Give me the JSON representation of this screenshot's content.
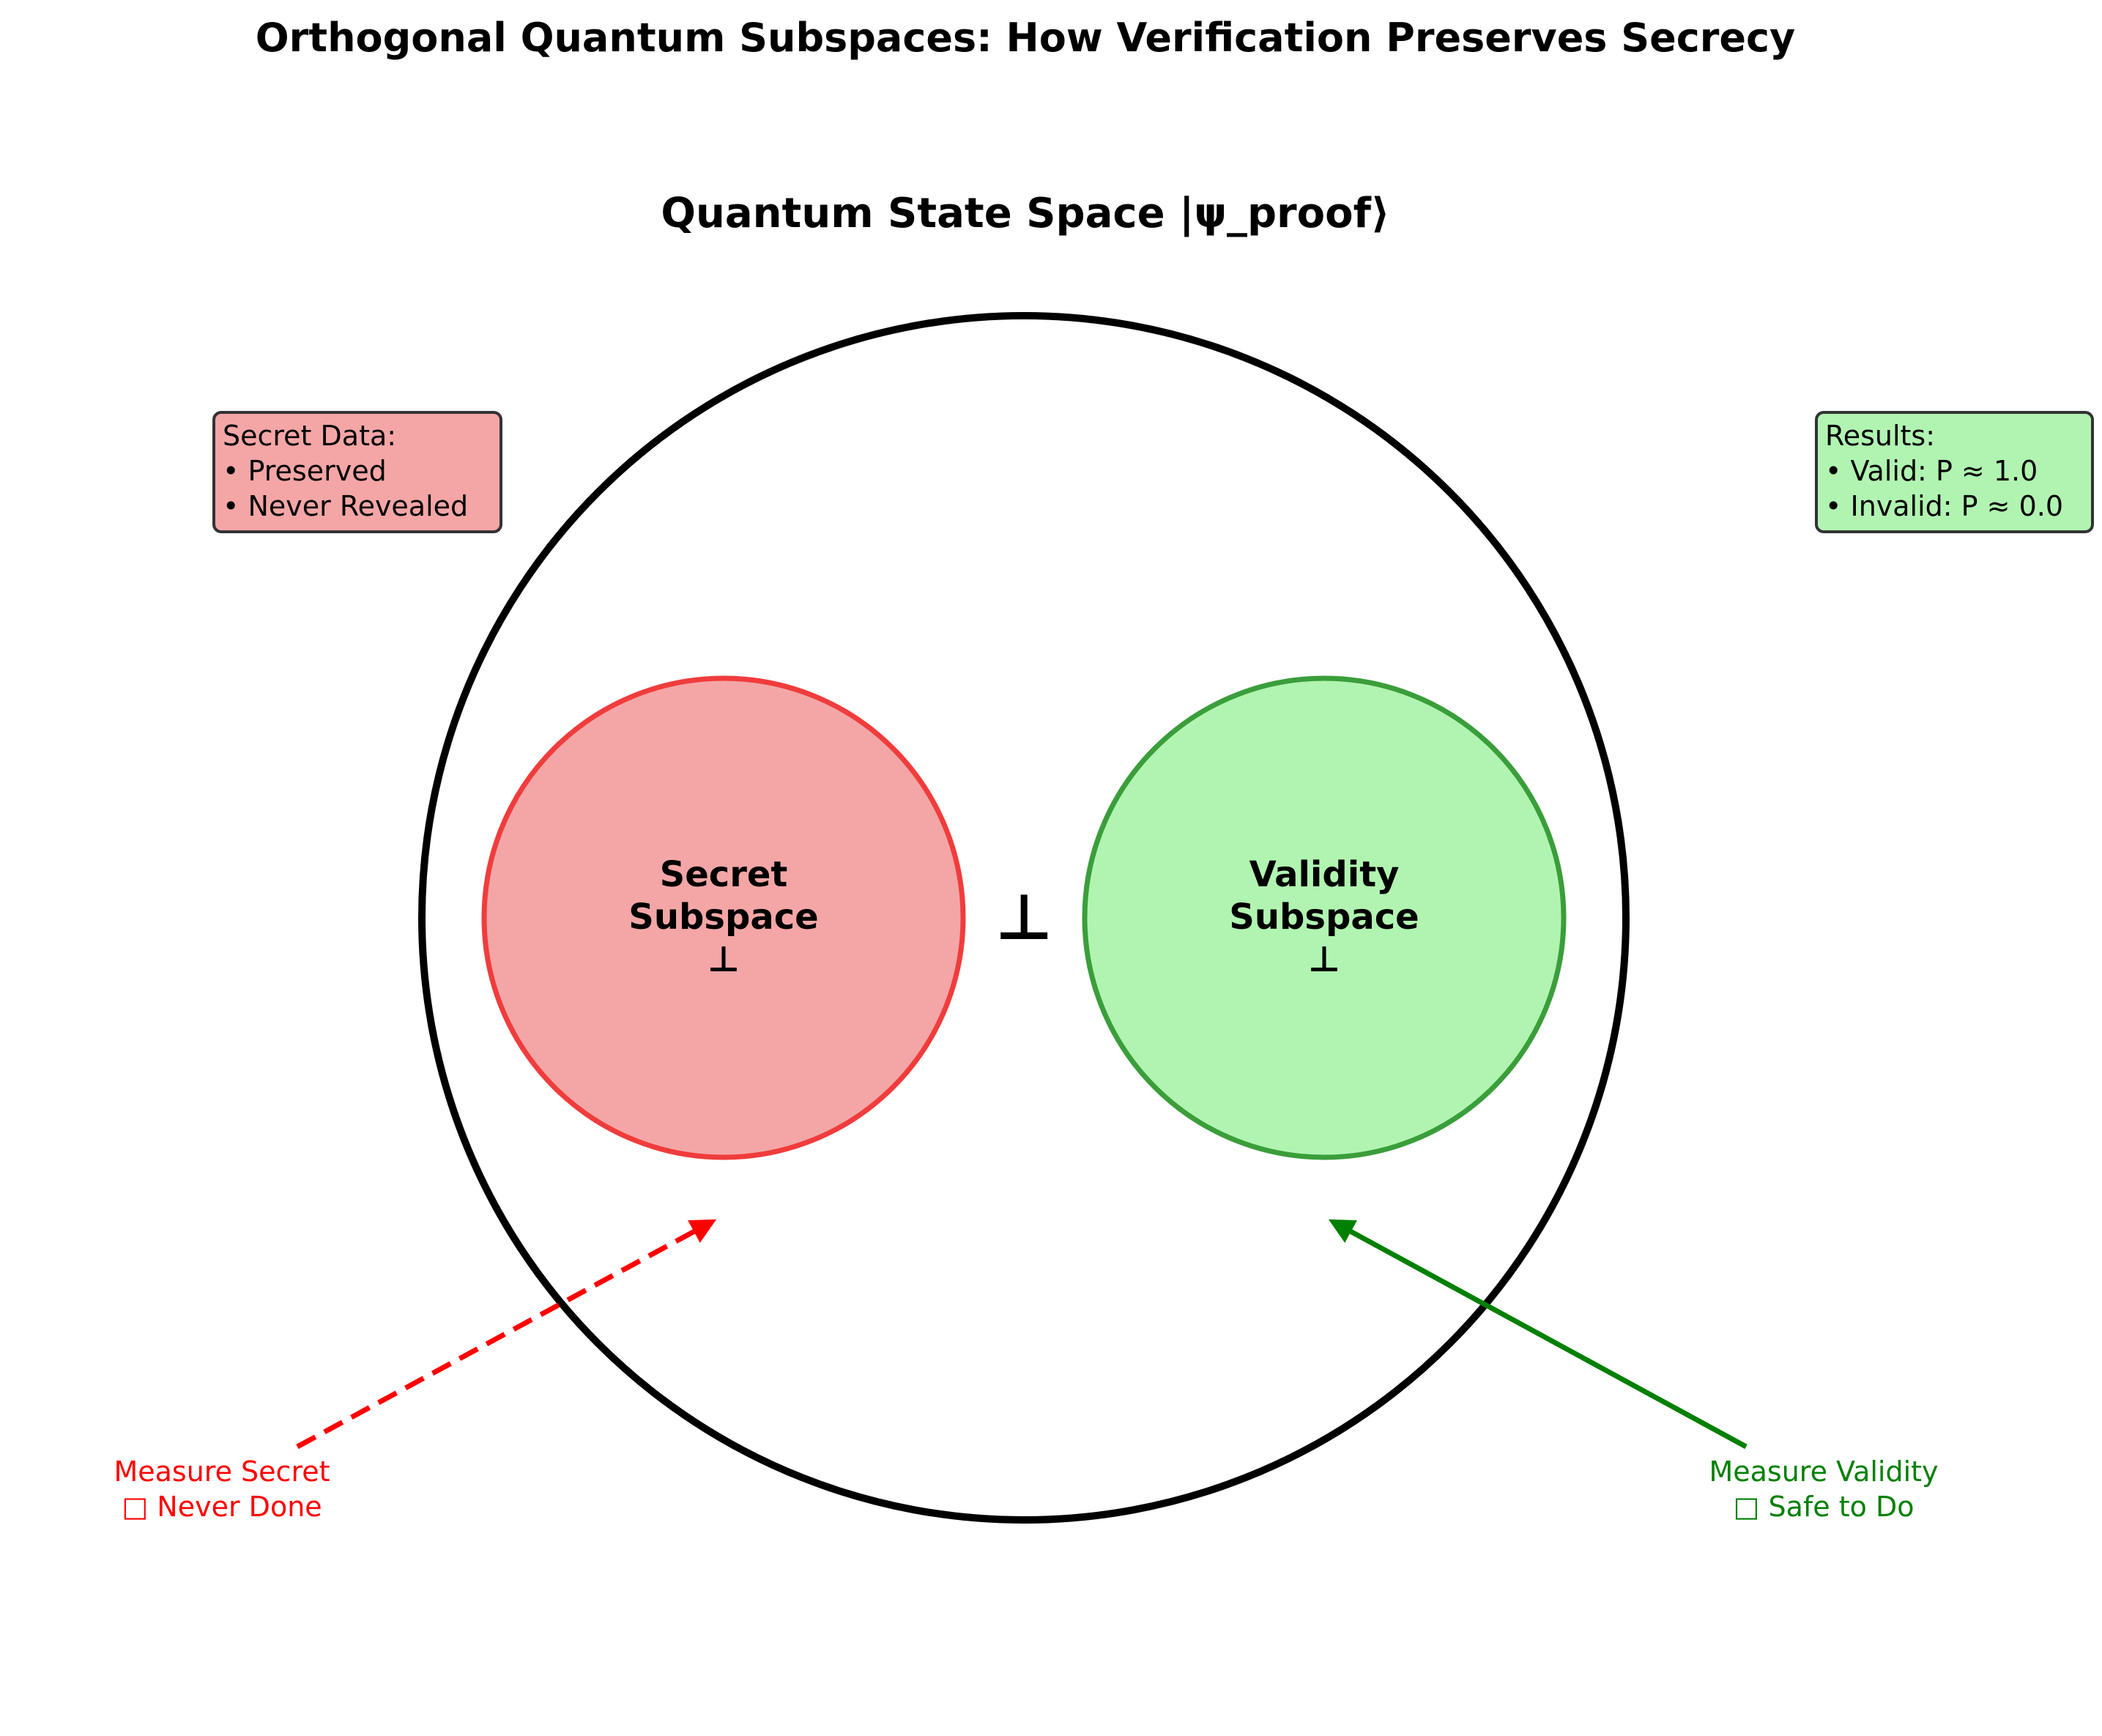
{
  "title": "Orthogonal Quantum Subspaces: How Verification Preserves Secrecy",
  "state_space_label": "Quantum State Space |ψ_proof⟩",
  "orthogonal_symbol": "⊥",
  "secret_subspace": {
    "line1": "Secret",
    "line2": "Subspace",
    "symbol": "⊥",
    "color": "#F4A6A6",
    "border_color": "#F03C3C"
  },
  "validity_subspace": {
    "line1": "Validity",
    "line2": "Subspace",
    "symbol": "⊥",
    "color": "#B1F4B1",
    "border_color": "#3A9E3A"
  },
  "secret_box": {
    "title": "Secret Data:",
    "items": [
      "• Preserved",
      "• Never Revealed"
    ],
    "color": "#F4A6A6"
  },
  "results_box": {
    "title": "Results:",
    "items": [
      "• Valid: P ≈ 1.0",
      "• Invalid: P ≈ 0.0"
    ],
    "color": "#B1F4B1"
  },
  "measure_secret": {
    "line1": "Measure Secret",
    "line2": "□ Never Done",
    "color": "#FF0000"
  },
  "measure_validity": {
    "line1": "Measure Validity",
    "line2": "□ Safe to Do",
    "color": "#008000"
  }
}
